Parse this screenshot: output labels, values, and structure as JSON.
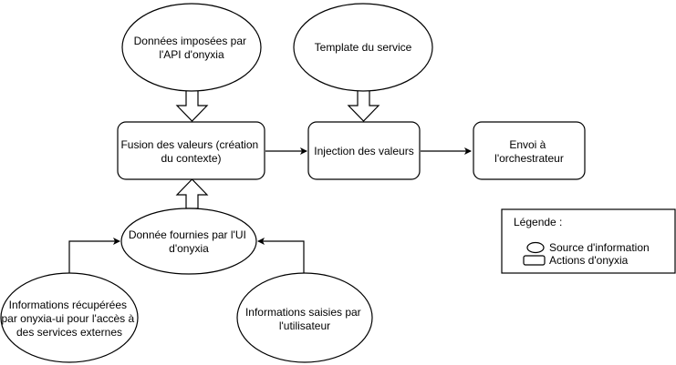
{
  "nodes": {
    "api_data": {
      "shape": "ellipse",
      "lines": [
        "Données imposées par",
        "l'API d'onyxia"
      ]
    },
    "service_template": {
      "shape": "ellipse",
      "lines": [
        "Template du service"
      ]
    },
    "merge_values": {
      "shape": "rounded-rectangle",
      "lines": [
        "Fusion des valeurs (création",
        "du contexte)"
      ]
    },
    "inject_values": {
      "shape": "rounded-rectangle",
      "lines": [
        "Injection des valeurs"
      ]
    },
    "send_orchestrator": {
      "shape": "rounded-rectangle",
      "lines": [
        "Envoi à",
        "l'orchestrateur"
      ]
    },
    "ui_data": {
      "shape": "ellipse",
      "lines": [
        "Donnée fournies par l'UI",
        "d'onyxia"
      ]
    },
    "external_info": {
      "shape": "ellipse",
      "lines": [
        "Informations récupérées",
        "par onyxia-ui pour l'accès à",
        "des services externes"
      ]
    },
    "user_info": {
      "shape": "ellipse",
      "lines": [
        "Informations saisies par",
        "l'utilisateur"
      ]
    }
  },
  "edges": [
    {
      "from": "api_data",
      "to": "merge_values",
      "style": "block-arrow"
    },
    {
      "from": "service_template",
      "to": "inject_values",
      "style": "block-arrow"
    },
    {
      "from": "ui_data",
      "to": "merge_values",
      "style": "block-arrow"
    },
    {
      "from": "merge_values",
      "to": "inject_values",
      "style": "arrow"
    },
    {
      "from": "inject_values",
      "to": "send_orchestrator",
      "style": "arrow"
    },
    {
      "from": "external_info",
      "to": "ui_data",
      "style": "elbow-arrow"
    },
    {
      "from": "user_info",
      "to": "ui_data",
      "style": "elbow-arrow"
    }
  ],
  "legend": {
    "title": "Légende :",
    "items": [
      {
        "shape": "ellipse",
        "label": "Source d'information"
      },
      {
        "shape": "rectangle",
        "label": "Actions d'onyxia"
      }
    ]
  },
  "colors": {
    "stroke": "#000000",
    "fill": "#ffffff",
    "text": "#000000"
  }
}
